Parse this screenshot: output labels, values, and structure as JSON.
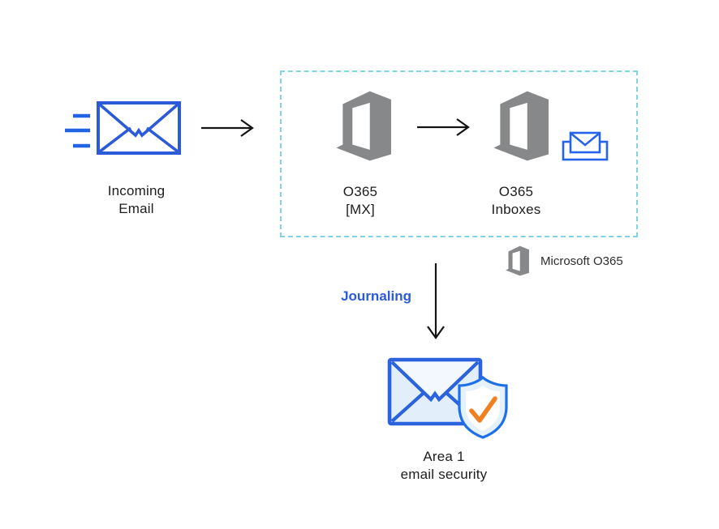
{
  "title": "Email flow diagram: Incoming email through Microsoft O365 with journaling to Area 1 email security",
  "colors": {
    "envelope_blue": "#2b5bd8",
    "speed_line_blue": "#2064e4",
    "dashed_border": "#82d2e8",
    "office_gray": "#87888a",
    "arrow_black": "#141414",
    "journaling_blue": "#2b5bd6",
    "inbox_blue": "#2563eb",
    "area1_stroke": "#2a63dd",
    "area1_fill": "#e2effa",
    "shield_stroke": "#1e70e8",
    "shield_fill": "#e5f2fc",
    "check_orange": "#f08122",
    "text": "#1d1d1f"
  },
  "nodes": {
    "incoming_email": {
      "label_line1": "Incoming",
      "label_line2": "Email"
    },
    "o365_mx": {
      "label_line1": "O365",
      "label_line2": "[MX]"
    },
    "o365_inboxes": {
      "label_line1": "O365",
      "label_line2": "Inboxes"
    },
    "area1": {
      "label_line1": "Area 1",
      "label_line2": "email security"
    }
  },
  "annotations": {
    "journaling": "Journaling",
    "legend": "Microsoft O365"
  }
}
